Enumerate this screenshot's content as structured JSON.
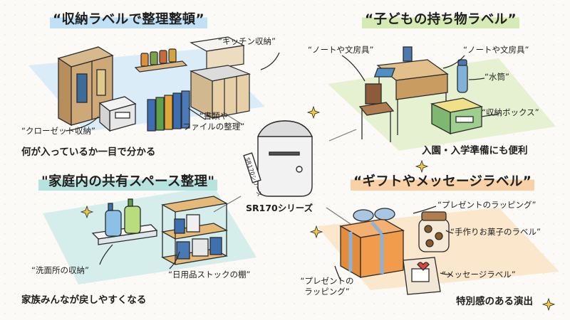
{
  "sections": {
    "storage": {
      "title": "“収納ラベルで整理整頓”",
      "labels": {
        "kitchen": "“キッチン収納”",
        "closet": "“クローゼット収納”",
        "documents": "“書類や\nファイルの整理”"
      },
      "subtitle": "何が入っているか一目で分かる"
    },
    "kids": {
      "title": "“子どもの持ち物ラベル”",
      "labels": {
        "notebook_left": "“ノートや文房具”",
        "notebook_right": "“ノートや文房具”",
        "bottle": "“水筒”",
        "box": "“収納ボックス”"
      },
      "subtitle": "入園・入学準備にも便利"
    },
    "shared": {
      "title": "\"家庭内の共有スペース整理\"",
      "labels": {
        "washroom": "“洗面所の収納”",
        "stock_shelf": "“日用品ストックの棚”"
      },
      "subtitle": "家族みんなが戻しやすくなる"
    },
    "gift": {
      "title": "“ギフトやメッセージラベル”",
      "labels": {
        "wrapping_top": "“プレゼントのラッピング”",
        "snacks": "“手作りお菓子のラベル”",
        "message": "“メッセージラベル”",
        "wrapping_bottom": "“プレゼントの\nラッピング”"
      },
      "subtitle": "特別感のある演出"
    }
  },
  "center": {
    "printer_tape_text": "SR170シリーズ",
    "model_label": "SR170シリーズ"
  },
  "colors": {
    "blue_zone": "#d9ecf8",
    "green_zone": "#e6f1d2",
    "teal_zone": "#d5eeec",
    "orange_zone": "#fbe7cc"
  }
}
